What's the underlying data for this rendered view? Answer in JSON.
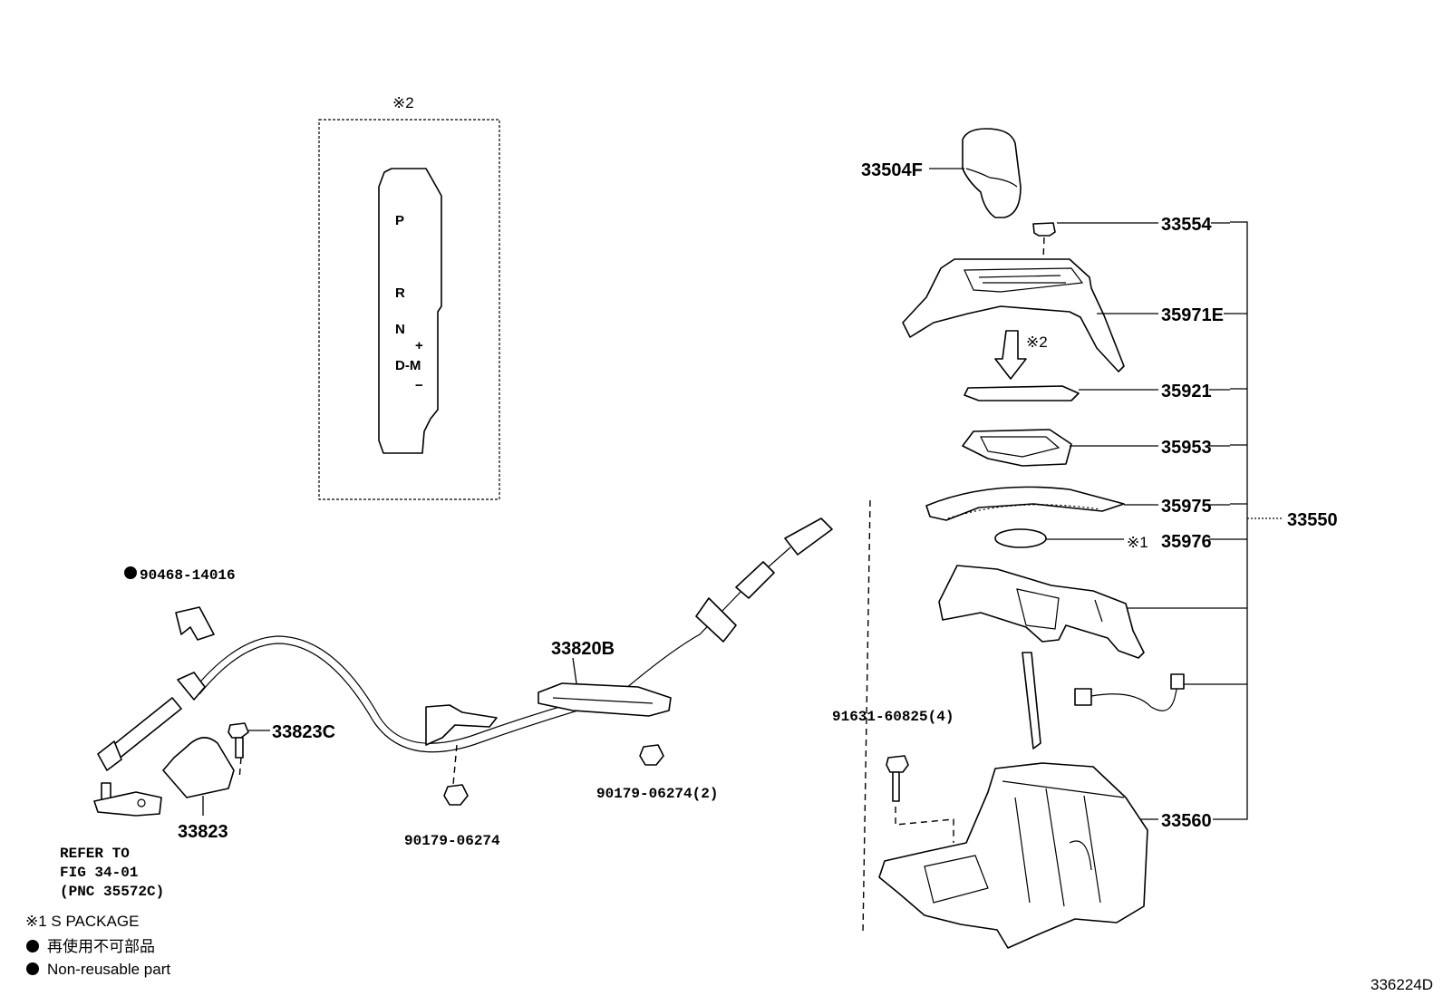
{
  "gate_panel": {
    "note_mark": "※2",
    "positions": [
      "P",
      "R",
      "N",
      "D-M"
    ],
    "plus": "+",
    "minus": "−"
  },
  "labels": {
    "knob": "33504F",
    "clip": "33554",
    "housing_cover": "35971E",
    "indicator_plate": "35921",
    "dust_frame": "35953",
    "slide_cover": "35975",
    "emblem": "35976",
    "emblem_mark": "※1",
    "assembly": "33550",
    "lever_base": "33560",
    "cable": "33820B",
    "bracket_bolt": "33823C",
    "bracket": "33823",
    "clip_nonreuse": "90468-14016",
    "nut_single": "90179-06274",
    "nut_double": "90179-06274(2)",
    "base_bolt": "91631-60825(4)",
    "arrow_note": "※2"
  },
  "refer": {
    "line1": "REFER TO",
    "line2": "FIG 34-01",
    "line3": "(PNC 35572C)"
  },
  "legend": {
    "s_package": "※1 S PACKAGE",
    "nonreuse_jp": "再使用不可部品",
    "nonreuse_en": "Non-reusable part"
  },
  "figure_id": "336224D"
}
